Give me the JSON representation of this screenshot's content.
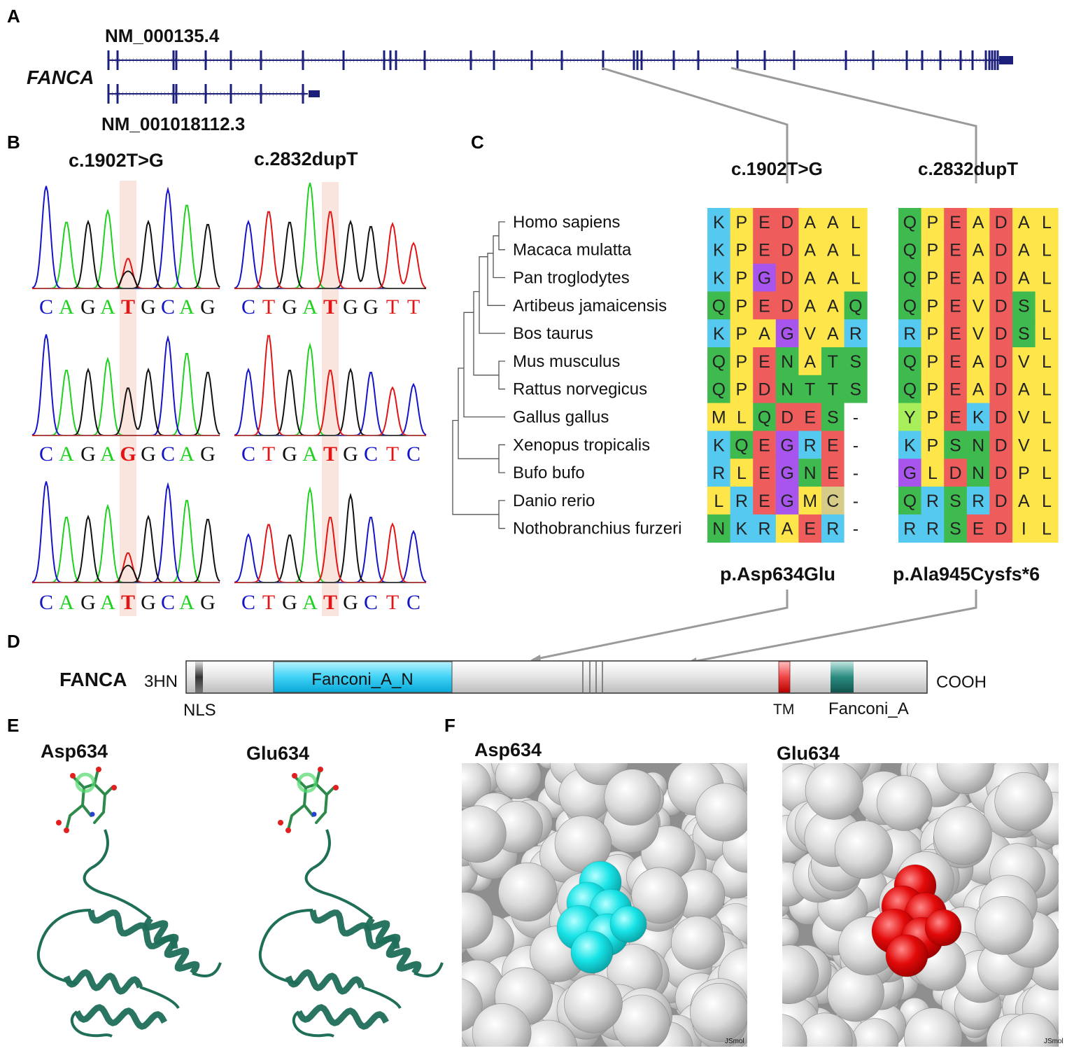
{
  "panels": {
    "A": "A",
    "B": "B",
    "C": "C",
    "D": "D",
    "E": "E",
    "F": "F"
  },
  "colors": {
    "gene": "#1b1f7a",
    "connector": "#999999",
    "highlight": "#f7d9cf",
    "trace_A": "#1fd11f",
    "trace_C": "#1515c8",
    "trace_G": "#111111",
    "trace_T": "#e01515",
    "helix": "#1e6e58",
    "cyan": "#16e6e8",
    "red": "#e00808",
    "sphere": "#d4d4d4"
  },
  "gene_panel": {
    "gene_name": "FANCA",
    "transcript_long": "NM_000135.4",
    "transcript_short": "NM_001018112.3"
  },
  "chromatograms": {
    "titles": [
      "c.1902T>G",
      "c.2832dupT"
    ],
    "rows": [
      {
        "left": "CAGATGCAG",
        "right": "CTGATGGTT"
      },
      {
        "left": "CAGAGGCAG",
        "right": "CTGATGCTC"
      },
      {
        "left": "CAGATGCAG",
        "right": "CTGATGCTC"
      }
    ],
    "highlight_index": 4
  },
  "alignment": {
    "variant_titles": [
      "c.1902T>G",
      "c.2832dupT"
    ],
    "protein_changes": [
      "p.Asp634Glu",
      "p.Ala945Cysfs*6"
    ],
    "species": [
      "Homo sapiens",
      "Macaca mulatta",
      "Pan troglodytes",
      "Artibeus jamaicensis",
      "Bos taurus",
      "Mus musculus",
      "Rattus norvegicus",
      "Gallus gallus",
      "Xenopus tropicalis",
      "Bufo bufo",
      "Danio rerio",
      "Nothobranchius furzeri"
    ],
    "block1": [
      "KPEDAAL",
      "KPEDAAL",
      "KPGDAAL",
      "QPEDAAQ",
      "KPAGVAR",
      "QPENATS",
      "QPDNTTS",
      "MLQDES-",
      "KQEGRE-",
      "RLEGNE-",
      "LREGMC-",
      "NKRAER-"
    ],
    "block2": [
      "QPEADAL",
      "QPEADAL",
      "QPEADAL",
      "QPEVDSL",
      "RPEVDSL",
      "QPEADVL",
      "QPEADAL",
      "YPEKDVL",
      "KPSNDVL",
      "GLDNDPL",
      "QRSRDAL",
      "RRSEDIL"
    ],
    "residue_colors": {
      "K": "#56c9f0",
      "R": "#56c9f0",
      "H": "#56c9f0",
      "D": "#ee5c5c",
      "E": "#ee5c5c",
      "A": "#fde54a",
      "V": "#fde54a",
      "L": "#fde54a",
      "I": "#fde54a",
      "M": "#fde54a",
      "F": "#fde54a",
      "W": "#fde54a",
      "P": "#fde54a",
      "Q": "#3fba4f",
      "N": "#3fba4f",
      "S": "#3fba4f",
      "T": "#3fba4f",
      "G": "#a855ee",
      "C": "#d6cc88",
      "Y": "#a7ee5a",
      "-": "#ffffff"
    }
  },
  "protein": {
    "name": "FANCA",
    "n_term": "3HN",
    "c_term": "COOH",
    "domain_main": "Fanconi_A_N",
    "nls": "NLS",
    "tm": "TM",
    "domain_c": "Fanconi_A"
  },
  "structures": {
    "ribbon_titles": [
      "Asp634",
      "Glu634"
    ],
    "sphere_titles": [
      "Asp634",
      "Glu634"
    ],
    "watermark": "JSmol"
  }
}
